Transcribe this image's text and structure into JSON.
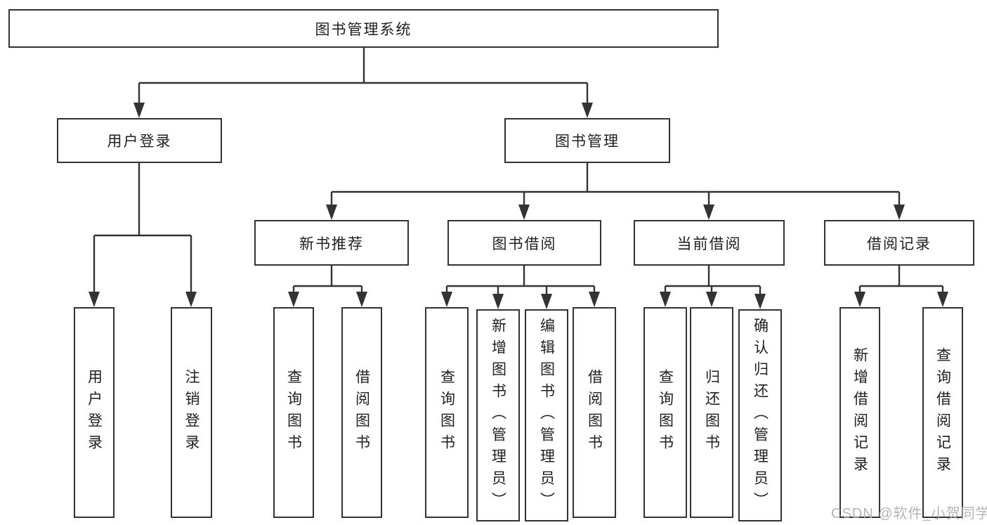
{
  "colors": {
    "line": "#333333",
    "box_border": "#333333",
    "box_fill": "#ffffff",
    "text": "#1f1f1f",
    "watermark": "#a8acb5"
  },
  "watermark": {
    "text": "CSDN @软件_小贺同学"
  },
  "tree": {
    "root": {
      "label": "图书管理系统",
      "children": [
        {
          "label": "用户登录",
          "children": [
            {
              "label": "用户登录"
            },
            {
              "label": "注销登录"
            }
          ]
        },
        {
          "label": "图书管理",
          "children": [
            {
              "label": "新书推荐",
              "children": [
                {
                  "label": "查询图书"
                },
                {
                  "label": "借阅图书"
                }
              ]
            },
            {
              "label": "图书借阅",
              "children": [
                {
                  "label": "查询图书"
                },
                {
                  "label": "新增图书（管理员）"
                },
                {
                  "label": "编辑图书（管理员）"
                },
                {
                  "label": "借阅图书"
                }
              ]
            },
            {
              "label": "当前借阅",
              "children": [
                {
                  "label": "查询图书"
                },
                {
                  "label": "归还图书"
                },
                {
                  "label": "确认归还（管理员）"
                }
              ]
            },
            {
              "label": "借阅记录",
              "children": [
                {
                  "label": "新增借阅记录"
                },
                {
                  "label": "查询借阅记录"
                }
              ]
            }
          ]
        }
      ]
    }
  }
}
